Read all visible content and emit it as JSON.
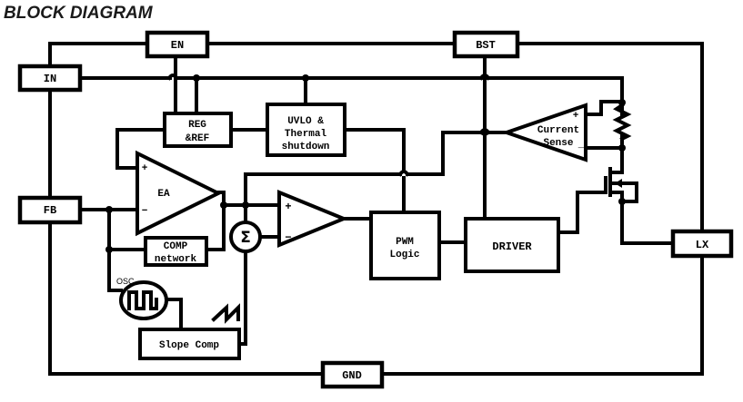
{
  "title": "BLOCK DIAGRAM",
  "pins": {
    "in": "IN",
    "en": "EN",
    "bst": "BST",
    "fb": "FB",
    "lx": "LX",
    "gnd": "GND"
  },
  "blocks": {
    "reg_ref": [
      "REG",
      "&REF"
    ],
    "uvlo": [
      "UVLO &",
      "Thermal",
      "shutdown"
    ],
    "ea": "EA",
    "comp_network": [
      "COMP",
      "network"
    ],
    "osc": "OSC",
    "slope_comp": "Slope Comp",
    "sum": "Σ",
    "pwm_logic": [
      "PWM",
      "Logic"
    ],
    "driver": "DRIVER",
    "current_sense": [
      "Current",
      "Sense"
    ]
  },
  "symbols": {
    "plus": "+",
    "minus": "−",
    "minus_underscore": "_"
  }
}
